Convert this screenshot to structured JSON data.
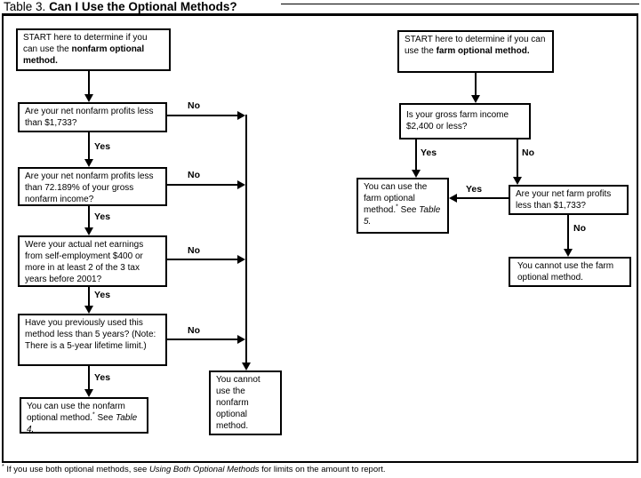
{
  "title": {
    "prefix": "Table 3.",
    "main": "Can I Use the Optional Methods?"
  },
  "labels": {
    "yes": "Yes",
    "no": "No"
  },
  "colors": {
    "line": "#000000",
    "background": "#ffffff"
  },
  "nonfarm": {
    "start_pre": "START here to determine if you can use the ",
    "start_bold": "nonfarm optional method.",
    "q_net_profits": "Are your net nonfarm profits less than $1,733?",
    "q_percent": "Are your net nonfarm profits less than 72.189% of your gross nonfarm income?",
    "q_earnings": "Were your actual net earnings from self-employment $400 or more in at least 2 of the 3 tax years before 2001?",
    "q_previous": "Have you previously used this method less than 5 years? (Note: There is a 5-year lifetime limit.)",
    "can_use_text": "You can use the nonfarm optional method.",
    "can_use_asterisk": "*",
    "can_use_see": " See ",
    "can_use_ref": "Table 4.",
    "cannot_use": "You cannot use the nonfarm optional method."
  },
  "farm": {
    "start_pre": "START here to determine if you can use the ",
    "start_bold": "farm optional method.",
    "q_gross_income": "Is your gross farm income $2,400 or less?",
    "q_net_profits": "Are your net farm profits less than $1,733?",
    "can_use_text": "You can use the farm optional method.",
    "can_use_asterisk": "*",
    "can_use_see": " See ",
    "can_use_ref": "Table 5.",
    "cannot_use": "You cannot use the farm optional method."
  },
  "footnote": {
    "asterisk": "*",
    "pre": " If you use both optional methods, see ",
    "italic": "Using Both Optional Methods",
    "post": " for limits on the amount to report."
  }
}
